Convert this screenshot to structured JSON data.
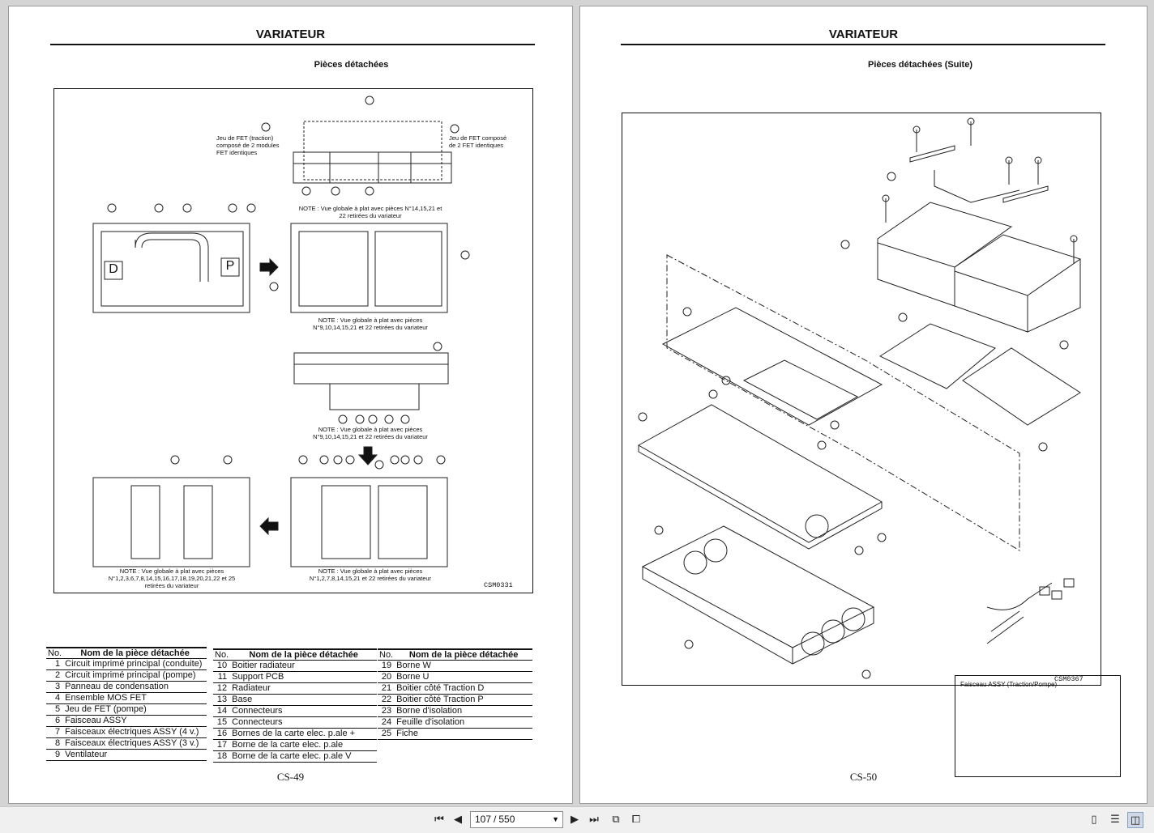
{
  "left_page": {
    "title": "VARIATEUR",
    "subtitle": "Pièces détachées",
    "figure": {
      "labels": {
        "fet_traction": "Jeu de FET (traction)\ncomposé de 2 modules\nFET identiques",
        "fet_compose": "Jeu de FET composé\nde 2 FET identiques",
        "note1": "NOTE : Vue globale à plat avec pièces N°14,15,21 et\n22 retirées du variateur",
        "note2": "NOTE : Vue globale à plat avec pièces\nN°9,10,14,15,21 et 22 retirées du variateur",
        "note3": "NOTE : Vue globale à plat avec pièces\nN°9,10,14,15,21 et 22 retirées du variateur",
        "note4": "NOTE : Vue globale à plat avec pièces\nN°1,2,3,6,7,8,14,15,16,17,18,19,20,21,22 et 25\nretirées du variateur",
        "note5": "NOTE : Vue globale à plat avec pièces\nN°1,2,7,8,14,15,21 et 22 retirées du variateur",
        "letter_d": "D",
        "letter_p": "P"
      },
      "code": "CSM0331"
    },
    "table": {
      "col_no": "No.",
      "col_name": "Nom de la pièce détachée",
      "columns": [
        [
          {
            "no": "1",
            "name": "Circuit imprimé principal (conduite)"
          },
          {
            "no": "2",
            "name": "Circuit imprimé principal (pompe)"
          },
          {
            "no": "3",
            "name": "Panneau de condensation"
          },
          {
            "no": "4",
            "name": "Ensemble MOS FET"
          },
          {
            "no": "5",
            "name": "Jeu de FET (pompe)"
          },
          {
            "no": "6",
            "name": "Faisceau ASSY"
          },
          {
            "no": "7",
            "name": "Faisceaux électriques ASSY (4 v.)"
          },
          {
            "no": "8",
            "name": "Faisceaux électriques ASSY (3 v.)"
          },
          {
            "no": "9",
            "name": "Ventilateur"
          }
        ],
        [
          {
            "no": "10",
            "name": "Boitier radiateur"
          },
          {
            "no": "11",
            "name": "Support PCB"
          },
          {
            "no": "12",
            "name": "Radiateur"
          },
          {
            "no": "13",
            "name": "Base"
          },
          {
            "no": "14",
            "name": "Connecteurs"
          },
          {
            "no": "15",
            "name": "Connecteurs"
          },
          {
            "no": "16",
            "name": "Bornes de la carte elec. p.ale +"
          },
          {
            "no": "17",
            "name": "Borne de la carte elec. p.ale"
          },
          {
            "no": "18",
            "name": "Borne de la carte elec. p.ale V"
          }
        ],
        [
          {
            "no": "19",
            "name": "Borne W"
          },
          {
            "no": "20",
            "name": "Borne U"
          },
          {
            "no": "21",
            "name": "Boitier côté Traction D"
          },
          {
            "no": "22",
            "name": "Boitier côté Traction P"
          },
          {
            "no": "23",
            "name": "Borne d'isolation"
          },
          {
            "no": "24",
            "name": "Feuille d'isolation"
          },
          {
            "no": "25",
            "name": "Fiche"
          }
        ]
      ]
    },
    "page_number": "CS-49"
  },
  "right_page": {
    "title": "VARIATEUR",
    "subtitle": "Pièces détachées (Suite)",
    "inset_title": "Faisceau ASSY (Traction/Pompe)",
    "code": "CSM0367",
    "page_number": "CS-50"
  },
  "toolbar": {
    "current_page": "107",
    "total_pages": "550",
    "separator": "/"
  }
}
